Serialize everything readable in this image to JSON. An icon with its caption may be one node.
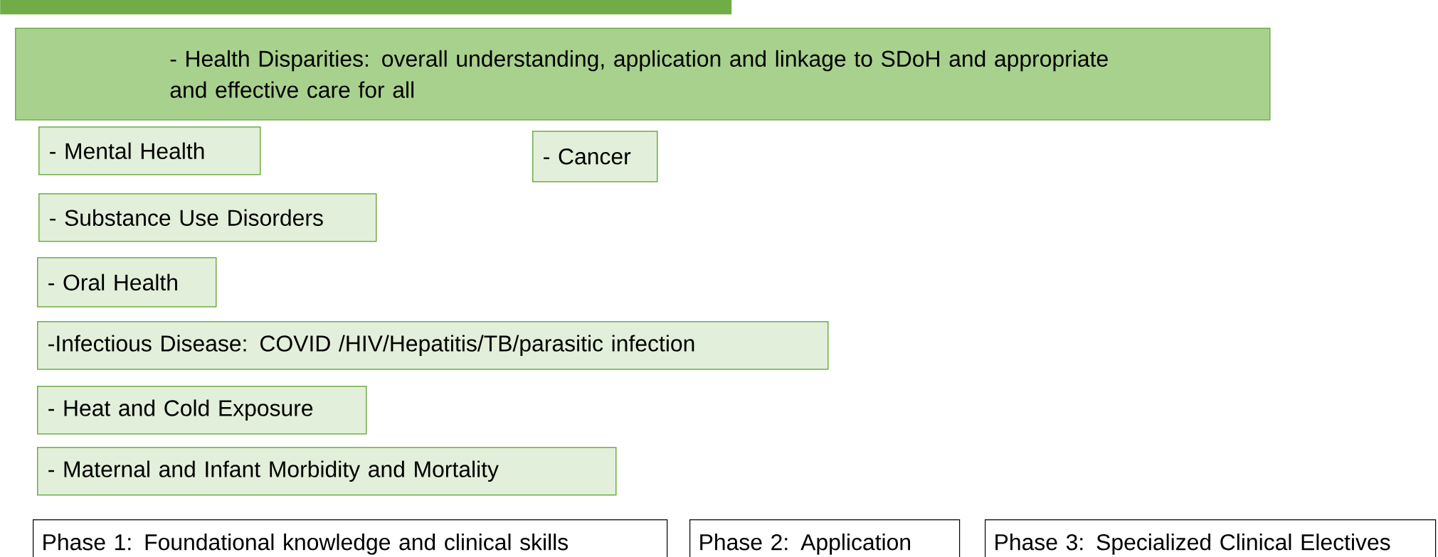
{
  "diagram": {
    "nodes": [
      {
        "text": [],
        "shape": "bar"
      },
      {
        "text": [
          "- Health Disparities: overall understanding, application and linkage to SDoH and appropriate and effective care for all"
        ]
      },
      {
        "text": [
          "- Mental Health"
        ]
      },
      {
        "text": [
          "- Cancer"
        ]
      },
      {
        "text": [
          "- Substance Use Disorders"
        ]
      },
      {
        "text": [
          "- Oral Health"
        ]
      },
      {
        "text": [
          "-Infectious Disease: COVID /HIV/Hepatitis/TB/parasitic infection"
        ]
      },
      {
        "text": [
          "- Heat and Cold Exposure"
        ]
      },
      {
        "text": [
          "- Maternal and Infant Morbidity and Mortality"
        ]
      },
      {
        "text": [
          "Phase 1: Foundational knowledge and clinical skills"
        ]
      },
      {
        "text": [
          "Phase 2: Application"
        ]
      },
      {
        "text": [
          "Phase 3: Specialized Clinical Electives"
        ]
      }
    ]
  }
}
